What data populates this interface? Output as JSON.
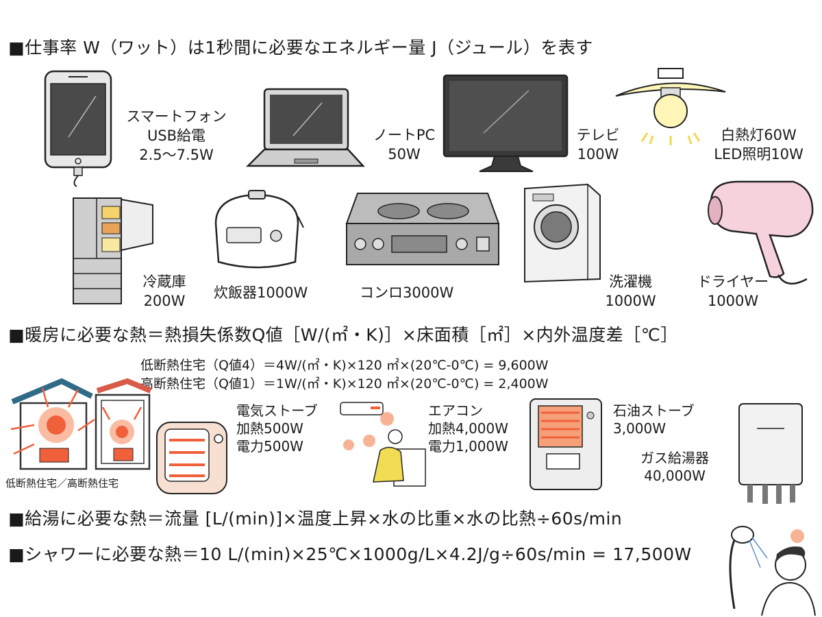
{
  "headings": {
    "power": "■仕事率 W（ワット）は1秒間に必要なエネルギー量 J（ジュール）を表す",
    "heating": "■暖房に必要な熱＝熱損失係数Q値［W/(㎡・K)］×床面積［㎡］×内外温度差［℃］",
    "hot_water": "■給湯に必要な熱＝流量 [L/(min)]×温度上昇×水の比重×水の比熱÷60s/min",
    "shower": "■シャワーに必要な熱＝10 L/(min)×25℃×1000g/L×4.2J/g÷60s/min = 17,500W"
  },
  "appliances": {
    "smartphone": [
      "スマートフォン",
      "USB給電",
      "2.5〜7.5W"
    ],
    "laptop": [
      "ノートPC",
      "50W"
    ],
    "tv": [
      "テレビ",
      "100W"
    ],
    "bulb": [
      "白熱灯60W",
      "LED照明10W"
    ],
    "fridge": [
      "冷蔵庫",
      "200W"
    ],
    "rice_cooker": "炊飯器1000W",
    "stove": "コンロ3000W",
    "washer": [
      "洗濯機",
      "1000W"
    ],
    "dryer": [
      "ドライヤー",
      "1000W"
    ]
  },
  "formulas": [
    "低断熱住宅（Q値4）＝4W/(㎡・K)×120 ㎡×(20℃-0℃) = 9,600W",
    "高断熱住宅（Q値1）＝1W/(㎡・K)×120 ㎡×(20℃-0℃) = 2,400W"
  ],
  "heating": {
    "house_caption": "低断熱住宅／高断熱住宅",
    "electric_heater": [
      "電気ストーブ",
      "加熱500W",
      "電力500W"
    ],
    "air_conditioner": [
      "エアコン",
      "加熱4,000W",
      "電力1,000W"
    ],
    "kerosene_heater": [
      "石油ストーブ",
      "3,000W"
    ],
    "gas_water_heater": [
      "ガス給湯器",
      "40,000W"
    ]
  },
  "colors": {
    "heat_orange": "#f0603a",
    "roof_teal": "#2f6a86",
    "roof_red": "#d85a48",
    "bulb_yellow": "#fff6b8",
    "dryer_pink": "#f6d2dc",
    "dress_yellow": "#f1dc53"
  }
}
